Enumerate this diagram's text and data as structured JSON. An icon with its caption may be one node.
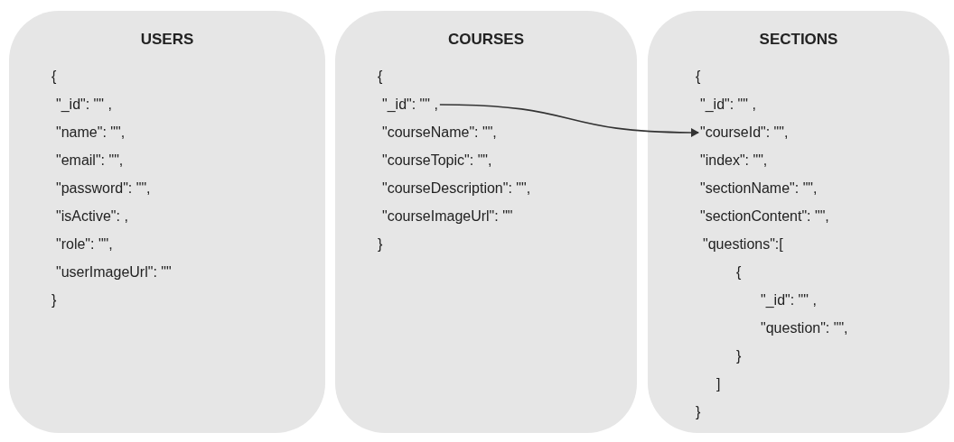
{
  "diagram": {
    "nodes": [
      {
        "text": [
          "USERS",
          "{",
          "\"_id\": \"\" ,",
          "\"name\": \"\",",
          "\"email\": \"\",",
          "\"password\": \"\",",
          "\"isActive\": ,",
          "\"role\": \"\",",
          "\"userImageUrl\": \"\"",
          "}"
        ]
      },
      {
        "text": [
          "COURSES",
          "{",
          "\"courseName\": \"\",",
          "\"courseTopic\": \"\",",
          "\"courseDescription\": \"\",",
          "\"courseImageUrl\": \"\"",
          "}"
        ]
      },
      {
        "text": [
          "\"_id\": \"\" ,"
        ],
        "in": 1
      },
      {
        "text": [
          "SECTIONS",
          "{",
          "\"_id\": \"\" ,",
          "\"index\": \"\",",
          "\"sectionName\": \"\",",
          "\"sectionContent\": \"\",",
          "\"questions\":[",
          "{",
          "\"_id\": \"\" ,",
          "\"question\": \"\",",
          "}",
          "]",
          "}"
        ]
      },
      {
        "text": [
          "\"courseId\": \"\","
        ],
        "in": 3
      }
    ],
    "edges": [
      {
        "from": 2,
        "to": 4,
        "arrow": "to"
      }
    ]
  }
}
